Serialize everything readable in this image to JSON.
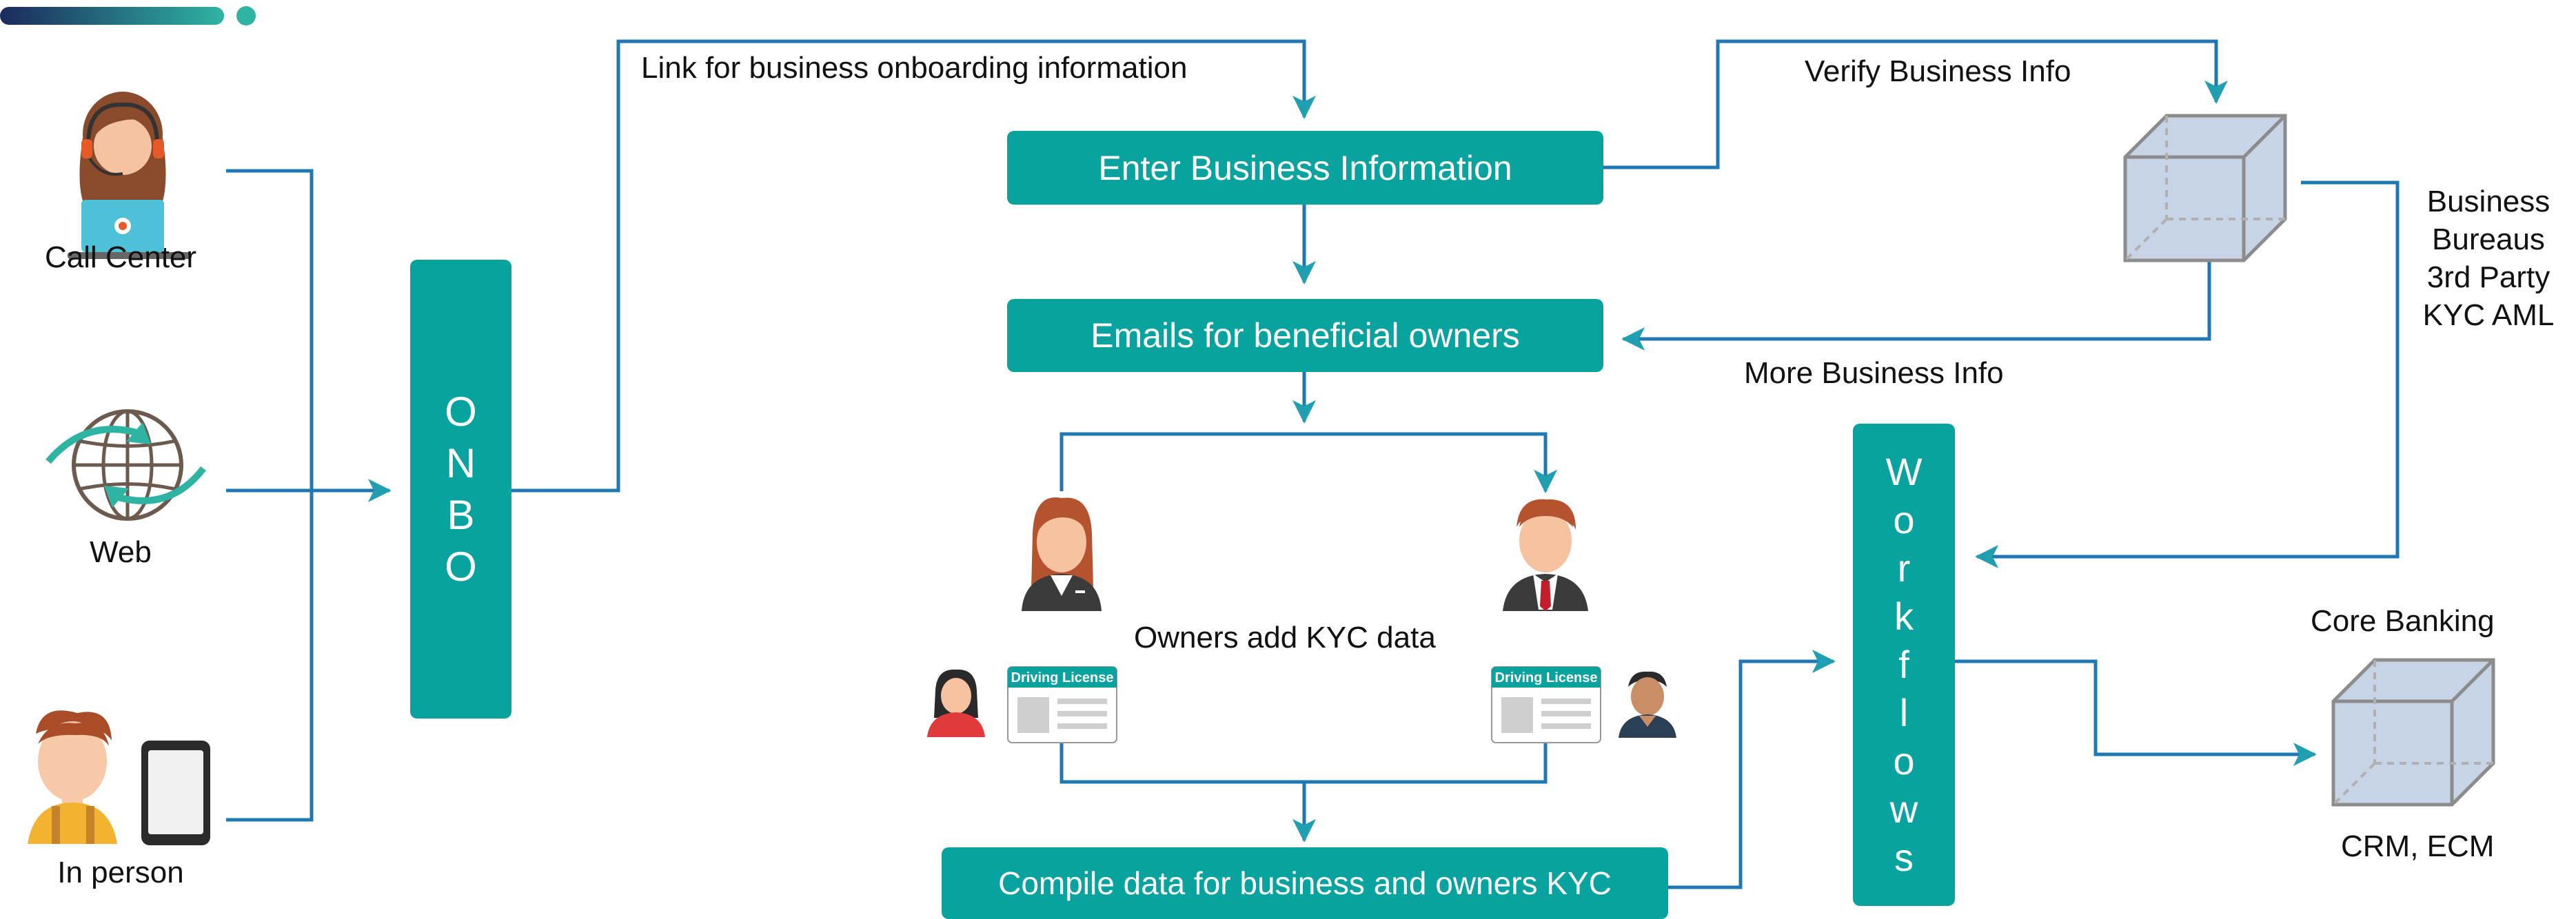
{
  "colors": {
    "teal": "#08a39f",
    "arrow_blue": "#1f78b4",
    "cube_fill": "#c7d4e6",
    "cube_stroke": "#8c8c8c",
    "top_bar_start": "#1b2a5c",
    "top_bar_end": "#2fb3a3"
  },
  "channels": {
    "call_center": "Call Center",
    "web": "Web",
    "in_person": "In person"
  },
  "onbo": {
    "letters": [
      "O",
      "N",
      "B",
      "O"
    ]
  },
  "steps": {
    "enter_business_info": "Enter Business Information",
    "emails_beneficial_owners": "Emails for beneficial owners",
    "compile_data": "Compile data for business and owners KYC"
  },
  "labels": {
    "link_onboarding": "Link for business onboarding information",
    "verify_business": "Verify Business Info",
    "more_business": "More Business Info",
    "owners_add_kyc": "Owners add KYC data",
    "bureaus": [
      "Business",
      "Bureaus",
      "3rd Party",
      "KYC AML"
    ],
    "core_banking": "Core Banking",
    "crm_ecm": "CRM, ECM",
    "driving_license": "Driving License"
  },
  "workflows": {
    "letters": [
      "W",
      "o",
      "r",
      "k",
      "f",
      "l",
      "o",
      "w",
      "s"
    ]
  },
  "icons": {
    "call_center": "headset-agent-icon",
    "web": "globe-icon",
    "in_person": "person-with-tablet-icon",
    "owner_female": "businesswoman-icon",
    "owner_male": "businessman-icon",
    "license": "driving-license-icon",
    "cube": "database-cube-icon"
  }
}
